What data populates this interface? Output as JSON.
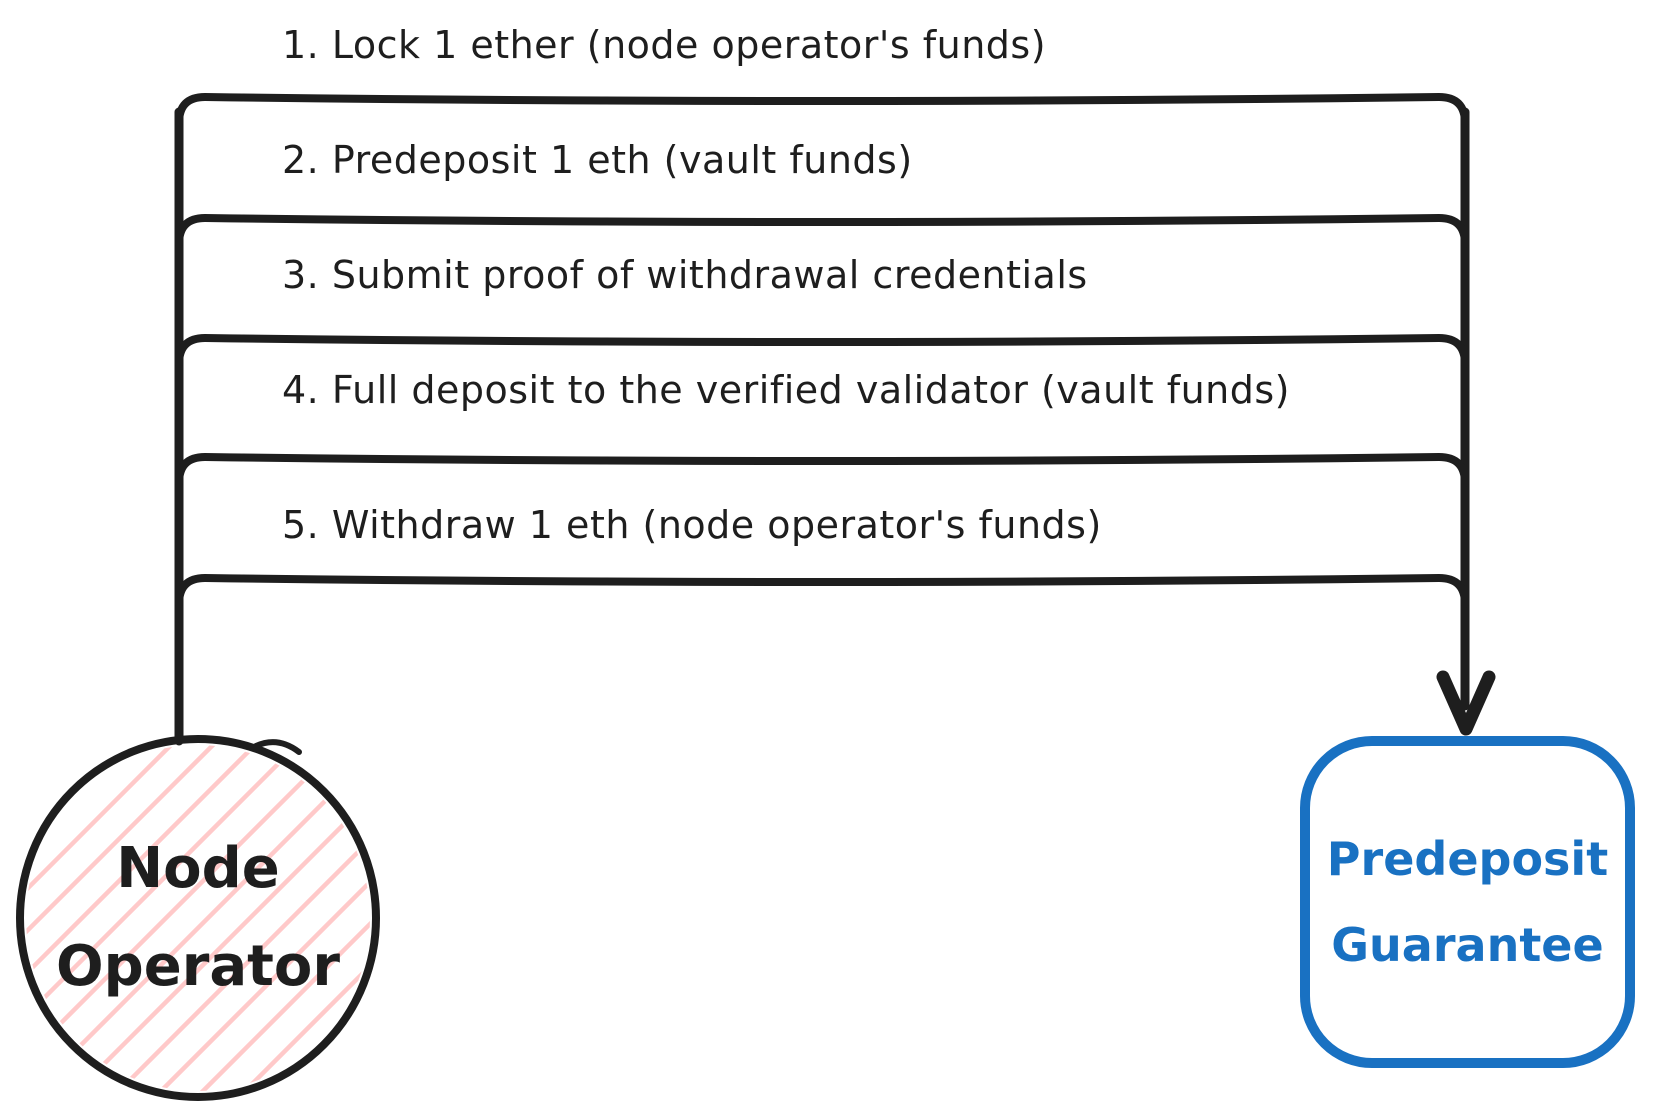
{
  "diagram": {
    "steps": [
      {
        "label": "1. Lock 1 ether (node operator's funds)"
      },
      {
        "label": "2. Predeposit 1 eth (vault funds)"
      },
      {
        "label": "3. Submit proof of withdrawal credentials"
      },
      {
        "label": "4. Full deposit to the verified validator (vault funds)"
      },
      {
        "label": "5. Withdraw 1 eth (node operator's funds)"
      }
    ],
    "node_operator": {
      "line1": "Node",
      "line2": "Operator"
    },
    "predeposit_guarantee": {
      "line1": "Predeposit",
      "line2": "Guarantee"
    },
    "colors": {
      "stroke_black": "#1e1e1e",
      "accent_blue": "#1971c2",
      "hachure_pink": "#ffc9c9",
      "background": "#ffffff"
    }
  }
}
